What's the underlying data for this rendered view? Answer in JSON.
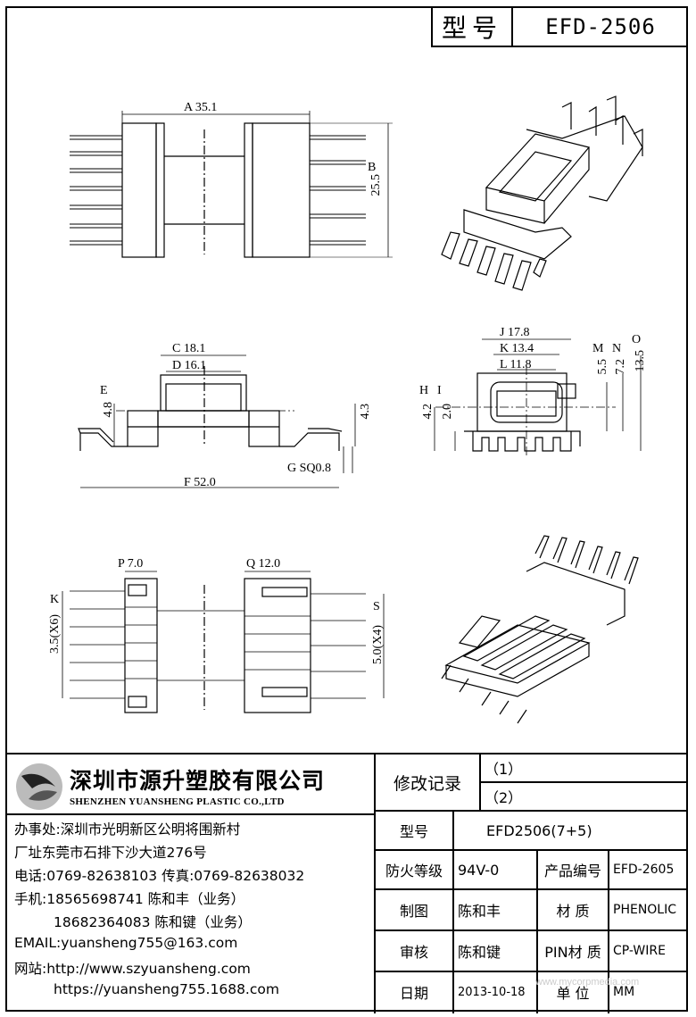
{
  "title": {
    "label": "型号",
    "model": "EFD-2506"
  },
  "dimensions": {
    "a": "A 35.1",
    "b": "B",
    "b_val": "25.5",
    "c": "C 18.1",
    "d": "D 16.1",
    "e": "E",
    "e_val": "4.8",
    "f43": "4.3",
    "f": "F 52.0",
    "g": "G SQ0.8",
    "h": "H",
    "i": "I",
    "h_val": "4.2",
    "i_val": "2.0",
    "j": "J 17.8",
    "k": "K 13.4",
    "l": "L 11.8",
    "m": "M",
    "n": "N",
    "o": "O",
    "m_val": "5.5",
    "n_val": "7.2",
    "o_val": "13.5",
    "p": "P 7.0",
    "q": "Q 12.0",
    "k2": "K",
    "k2_val": "3.5(X6)",
    "s": "S",
    "s_val": "5.0(X4)"
  },
  "company": {
    "name_cn": "深圳市源升塑胶有限公司",
    "name_en": "SHENZHEN YUANSHENG PLASTIC CO.,LTD",
    "office": "办事处:深圳市光明新区公明将围新村",
    "factory": "厂址东莞市石排下沙大道276号",
    "phone": "电话:0769-82638103 传真:0769-82638032",
    "mobile1": "手机:18565698741 陈和丰（业务）",
    "mobile2": "18682364083 陈和键（业务）",
    "email": "EMAIL:yuansheng755@163.com",
    "web1": "网站:http://www.szyuansheng.com",
    "web2": "https://yuansheng755.1688.com"
  },
  "table": {
    "revision_label": "修改记录",
    "rev1": "（1）",
    "rev2": "（2）",
    "model_label": "型号",
    "model_value": "EFD2506(7+5)",
    "fire_label": "防火等级",
    "fire_value": "94V-0",
    "product_no_label": "产品编号",
    "product_no_value": "EFD-2605",
    "drawn_label": "制图",
    "drawn_value": "陈和丰",
    "material_label": "材 质",
    "material_value": "PHENOLIC",
    "checked_label": "审核",
    "checked_value": "陈和键",
    "pin_label": "PIN材 质",
    "pin_value": "CP-WIRE",
    "date_label": "日期",
    "date_value": "2013-10-18",
    "unit_label": "单 位",
    "unit_value": "MM"
  },
  "watermark": "www.mycorpmedia.com"
}
